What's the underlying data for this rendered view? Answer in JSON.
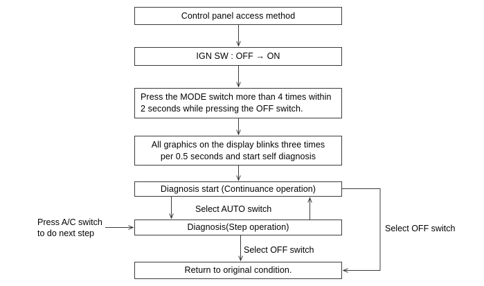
{
  "diagram": {
    "title": "Control panel access method",
    "type": "flowchart",
    "background_color": "#ffffff",
    "line_color": "#3a3a3a",
    "text_color": "#000000",
    "nodes": [
      {
        "id": "control-panel",
        "text": "Control panel access method",
        "align": "center"
      },
      {
        "id": "ign-sw",
        "text": "IGN SW : OFF → ON",
        "align": "center"
      },
      {
        "id": "press-mode",
        "text": "Press the MODE switch more than 4 times within\n2 seconds while pressing the OFF switch.",
        "align": "left"
      },
      {
        "id": "all-graphics",
        "text": "All graphics on the display blinks three times\nper 0.5 seconds and start self diagnosis",
        "align": "center"
      },
      {
        "id": "diagnosis-start",
        "text": "Diagnosis start (Continuance operation)",
        "align": "center"
      },
      {
        "id": "diagnosis-step",
        "text": "Diagnosis(Step operation)",
        "align": "center"
      },
      {
        "id": "return",
        "text": "Return to original condition.",
        "align": "center"
      }
    ],
    "edge_labels": [
      {
        "id": "select-auto",
        "text": "Select AUTO switch"
      },
      {
        "id": "select-off-mid",
        "text": "Select OFF switch"
      },
      {
        "id": "select-off-side",
        "text": "Select OFF switch"
      },
      {
        "id": "press-ac",
        "text": "Press A/C switch\nto do next step"
      }
    ]
  }
}
